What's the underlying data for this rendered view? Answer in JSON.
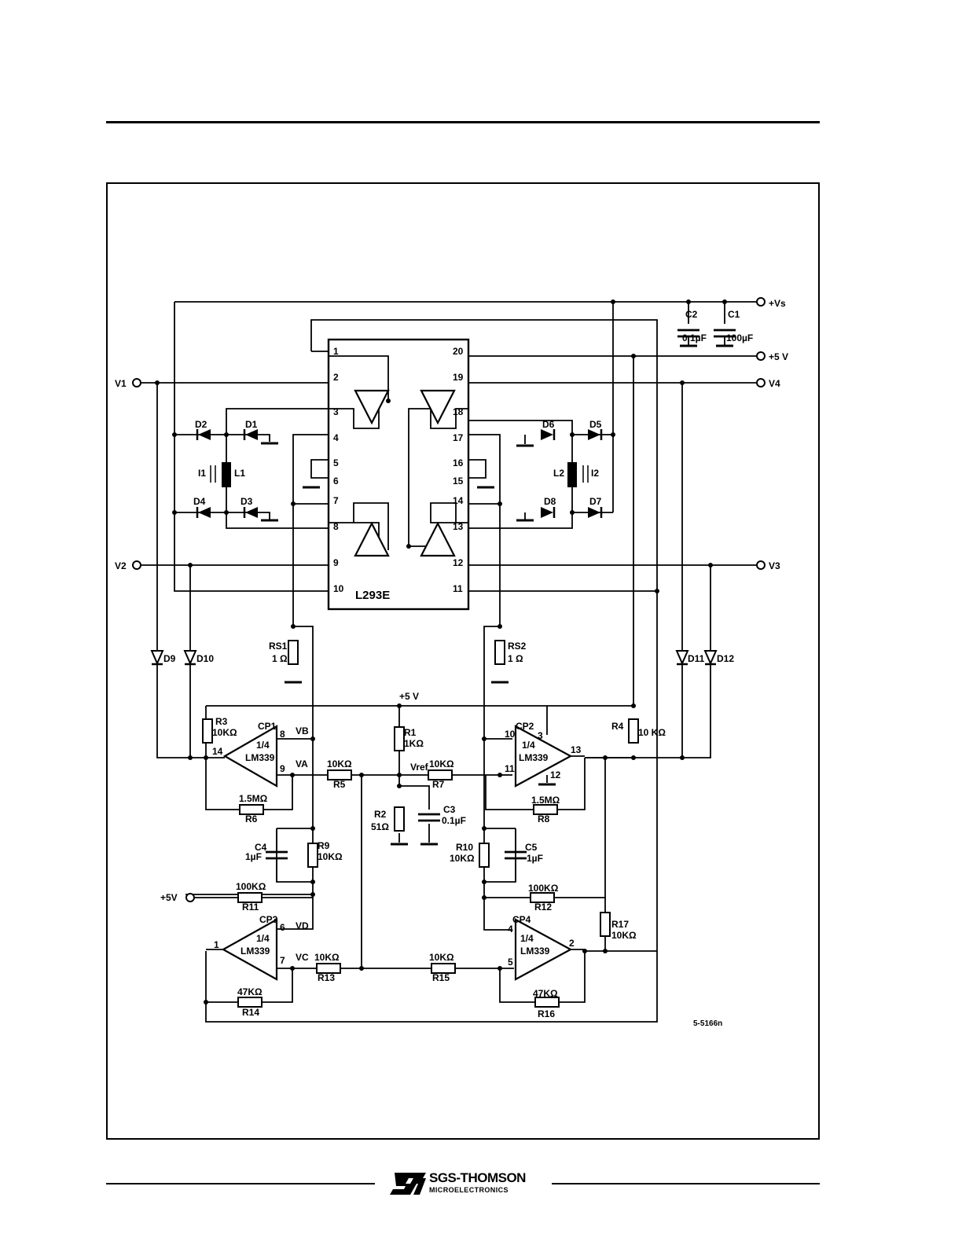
{
  "chip": {
    "name": "L293E",
    "left_pins": [
      "1",
      "2",
      "3",
      "4",
      "5",
      "6",
      "7",
      "8",
      "9",
      "10"
    ],
    "right_pins": [
      "20",
      "19",
      "18",
      "17",
      "16",
      "15",
      "14",
      "13",
      "12",
      "11"
    ]
  },
  "terminals": {
    "vs": "+Vs",
    "v5_top": "+5 V",
    "v1": "V1",
    "v2": "V2",
    "v3": "V3",
    "v4": "V4",
    "v5_left": "+5V",
    "rail": "+5 V"
  },
  "capacitors": {
    "c1": "C1",
    "c1_val": "100µF",
    "c2": "C2",
    "c2_val": "0.1µF",
    "c3": "C3",
    "c3_val": "0.1µF",
    "c4": "C4",
    "c4_val": "1µF",
    "c5": "C5",
    "c5_val": "1µF"
  },
  "diodes": [
    "D1",
    "D2",
    "D3",
    "D4",
    "D5",
    "D6",
    "D7",
    "D8",
    "D9",
    "D10",
    "D11",
    "D12"
  ],
  "inductors": {
    "l1": "L1",
    "i1": "I1",
    "l2": "L2",
    "i2": "I2"
  },
  "resistors": {
    "rs1": "RS1",
    "rs1_val": "1 Ω",
    "rs2": "RS2",
    "rs2_val": "1 Ω",
    "r1": "R1",
    "r1_val": "1KΩ",
    "r2": "R2",
    "r2_val": "51Ω",
    "r3": "R3",
    "r3_val": "10KΩ",
    "r4": "R4",
    "r4_val": "10 KΩ",
    "r5": "R5",
    "r5_val": "10KΩ",
    "r6": "R6",
    "r6_val": "1.5MΩ",
    "r7": "R7",
    "r7_val": "10KΩ",
    "r8": "R8",
    "r8_val": "1.5MΩ",
    "r9": "R9",
    "r9_val": "10KΩ",
    "r10": "R10",
    "r10_val": "10KΩ",
    "r11": "R11",
    "r11_val": "100KΩ",
    "r12": "R12",
    "r12_val": "100KΩ",
    "r13": "R13",
    "r13_val": "10KΩ",
    "r14": "R14",
    "r14_val": "47KΩ",
    "r15": "R15",
    "r15_val": "10KΩ",
    "r16": "R16",
    "r16_val": "47KΩ",
    "r17": "R17",
    "r17_val": "10KΩ"
  },
  "comparators": {
    "cp1": {
      "name": "CP1",
      "fraction": "1/4",
      "part": "LM339",
      "pins": [
        "8",
        "9",
        "14"
      ]
    },
    "cp2": {
      "name": "CP2",
      "fraction": "1/4",
      "part": "LM339",
      "pins": [
        "10",
        "3",
        "11",
        "12",
        "13"
      ]
    },
    "cp3": {
      "name": "CP3",
      "fraction": "1/4",
      "part": "LM339",
      "pins": [
        "6",
        "7",
        "1"
      ]
    },
    "cp4": {
      "name": "CP4",
      "fraction": "1/4",
      "part": "LM339",
      "pins": [
        "4",
        "5",
        "2"
      ]
    }
  },
  "nodes": {
    "va": "VA",
    "vb": "VB",
    "vc": "VC",
    "vd": "VD",
    "vref": "Vref"
  },
  "figure_code": "5-5166n",
  "footer": {
    "brand": "SGS-THOMSON",
    "sub": "MICROELECTRONICS"
  }
}
